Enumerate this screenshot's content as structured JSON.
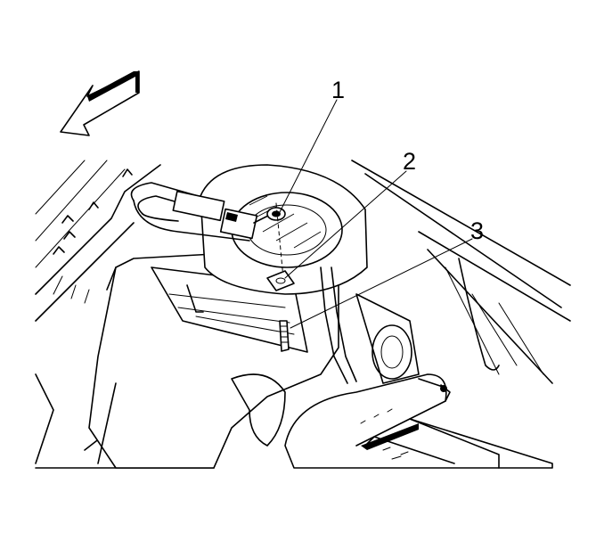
{
  "figure": {
    "callouts": [
      {
        "label": "1",
        "part": "fastener"
      },
      {
        "label": "2",
        "part": "bracket"
      },
      {
        "label": "3",
        "part": "bolt"
      }
    ],
    "direction_arrow": "front-of-vehicle-arrow",
    "colors": {
      "line": "#000000",
      "background": "#ffffff"
    }
  }
}
